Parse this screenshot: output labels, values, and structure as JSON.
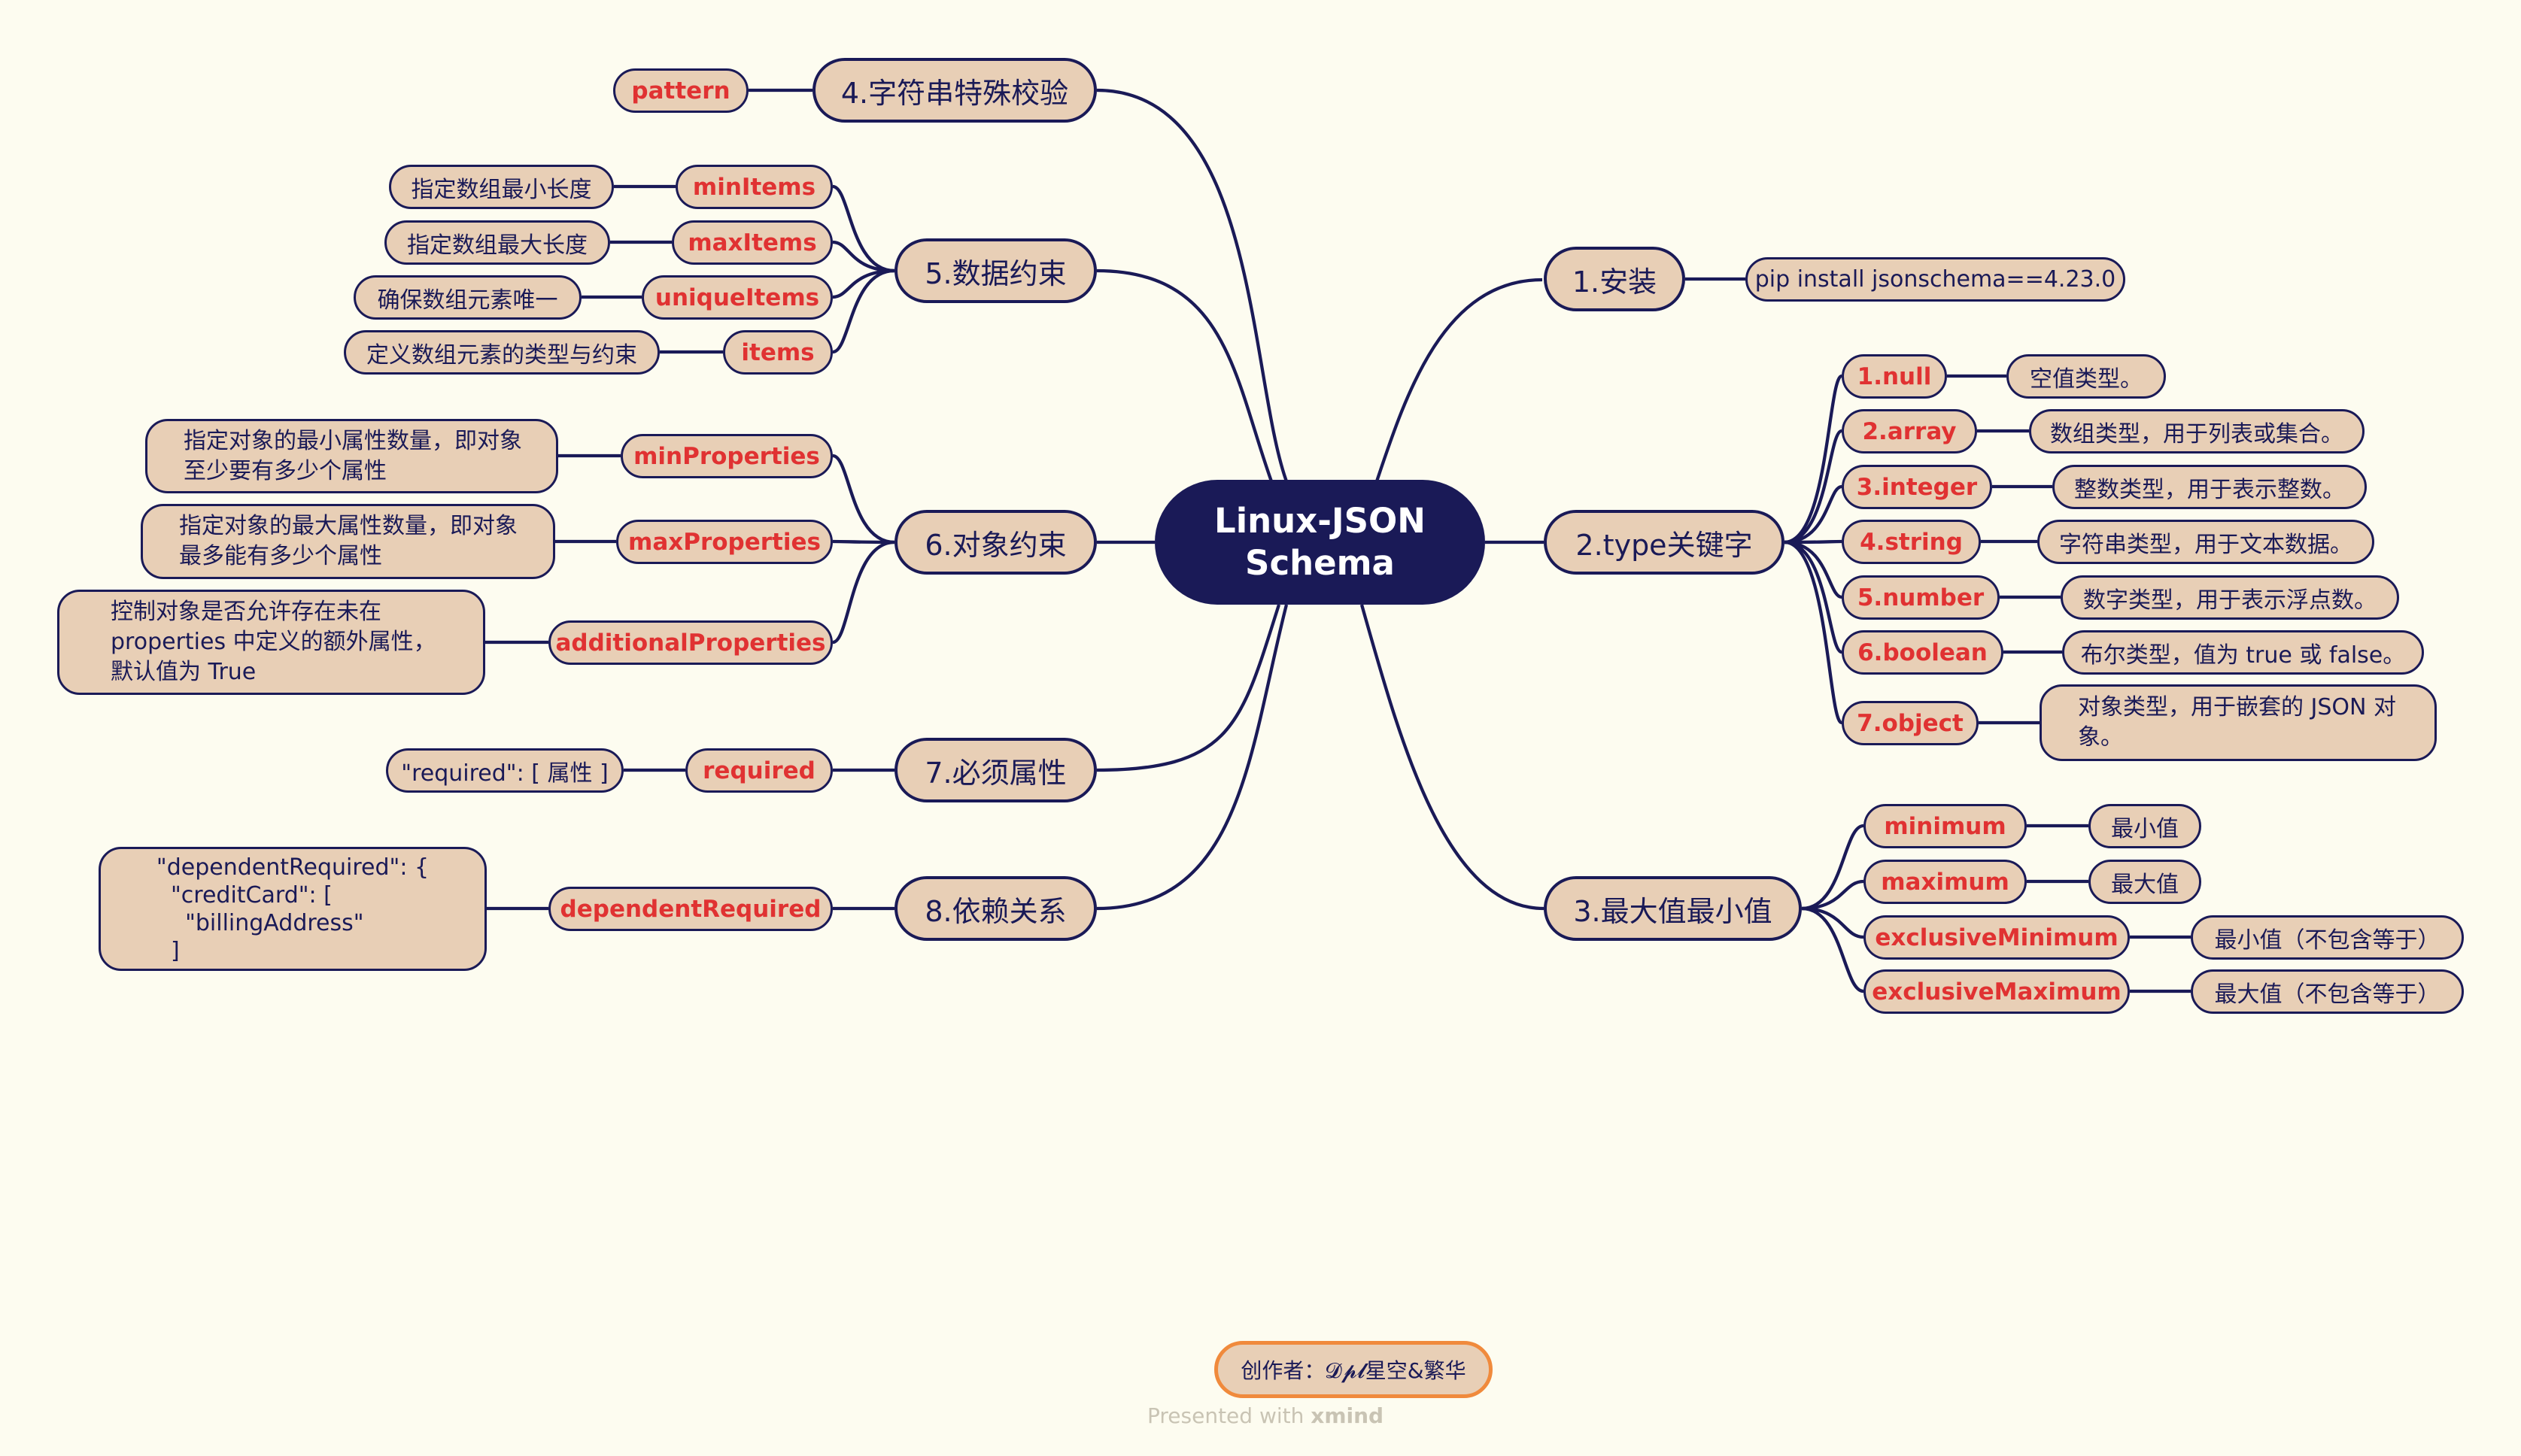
{
  "root": {
    "line1": "Linux-JSON",
    "line2": "Schema"
  },
  "topics": {
    "install": "1.安装",
    "type": "2.type关键字",
    "minmax": "3.最大值最小值",
    "string": "4.字符串特殊校验",
    "array": "5.数据约束",
    "object": "6.对象约束",
    "required": "7.必须属性",
    "dependent": "8.依赖关系"
  },
  "install_cmd": "pip install jsonschema==4.23.0",
  "type_items": [
    {
      "key": "1.null",
      "desc": "空值类型。"
    },
    {
      "key": "2.array",
      "desc": "数组类型，用于列表或集合。"
    },
    {
      "key": "3.integer",
      "desc": "整数类型，用于表示整数。"
    },
    {
      "key": "4.string",
      "desc": "字符串类型，用于文本数据。"
    },
    {
      "key": "5.number",
      "desc": "数字类型，用于表示浮点数。"
    },
    {
      "key": "6.boolean",
      "desc": "布尔类型，值为 true 或 false。"
    },
    {
      "key": "7.object",
      "desc": "对象类型，用于嵌套的 JSON 对\n象。"
    }
  ],
  "minmax_items": [
    {
      "key": "minimum",
      "desc": "最小值"
    },
    {
      "key": "maximum",
      "desc": "最大值"
    },
    {
      "key": "exclusiveMinimum",
      "desc": "最小值（不包含等于）"
    },
    {
      "key": "exclusiveMaximum",
      "desc": "最大值（不包含等于）"
    }
  ],
  "string_items": [
    {
      "key": "pattern"
    }
  ],
  "array_items": [
    {
      "key": "minItems",
      "desc": "指定数组最小长度"
    },
    {
      "key": "maxItems",
      "desc": "指定数组最大长度"
    },
    {
      "key": "uniqueItems",
      "desc": "确保数组元素唯一"
    },
    {
      "key": "items",
      "desc": "定义数组元素的类型与约束"
    }
  ],
  "object_items": [
    {
      "key": "minProperties",
      "desc": "指定对象的最小属性数量，即对象\n至少要有多少个属性"
    },
    {
      "key": "maxProperties",
      "desc": "指定对象的最大属性数量，即对象\n最多能有多少个属性"
    },
    {
      "key": "additionalProperties",
      "desc": "控制对象是否允许存在未在\nproperties 中定义的额外属性，\n默认值为 True"
    }
  ],
  "required_item": {
    "key": "required",
    "desc": "\"required\": [ 属性 ]"
  },
  "dependent_item": {
    "key": "dependentRequired",
    "desc": "\"dependentRequired\": {\n  \"creditCard\": [\n    \"billingAddress\"\n  ]"
  },
  "credit": "创作者：𝓓𝓹𝓵星空&繁华",
  "footer": {
    "prefix": "Presented with ",
    "brand": "xmind"
  }
}
